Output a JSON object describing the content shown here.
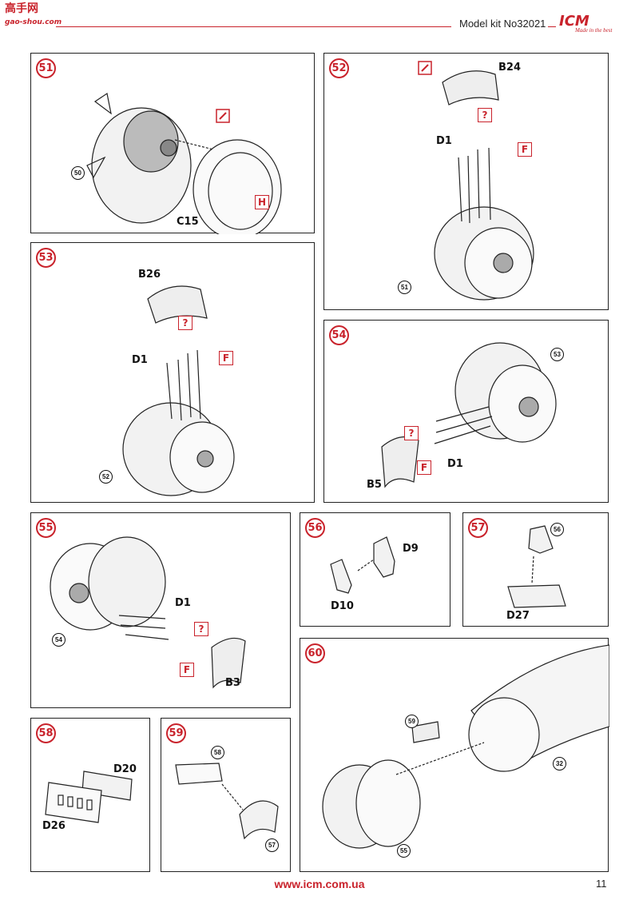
{
  "header": {
    "site_logo_text": "高手网",
    "site_logo_url": "gao-shou.com",
    "kit_title": "Model kit No32021",
    "brand": "ICM",
    "brand_tagline": "Made in the best",
    "accent_color": "#c9232c"
  },
  "steps": [
    {
      "number": "51",
      "parts": [
        "C15"
      ],
      "refs": [
        "50"
      ],
      "markers": [
        "H"
      ]
    },
    {
      "number": "52",
      "parts": [
        "B24",
        "D1"
      ],
      "refs": [
        "51"
      ],
      "markers": [
        "?",
        "F"
      ]
    },
    {
      "number": "53",
      "parts": [
        "B26",
        "D1"
      ],
      "refs": [
        "52"
      ],
      "markers": [
        "?",
        "F"
      ]
    },
    {
      "number": "54",
      "parts": [
        "D1",
        "B5"
      ],
      "refs": [
        "53"
      ],
      "markers": [
        "?",
        "F"
      ]
    },
    {
      "number": "55",
      "parts": [
        "D1",
        "B3"
      ],
      "refs": [
        "54"
      ],
      "markers": [
        "?",
        "F"
      ]
    },
    {
      "number": "56",
      "parts": [
        "D9",
        "D10"
      ],
      "refs": [],
      "markers": []
    },
    {
      "number": "57",
      "parts": [
        "D27"
      ],
      "refs": [
        "56"
      ],
      "markers": []
    },
    {
      "number": "58",
      "parts": [
        "D20",
        "D26"
      ],
      "refs": [],
      "markers": []
    },
    {
      "number": "59",
      "parts": [],
      "refs": [
        "58",
        "57"
      ],
      "markers": []
    },
    {
      "number": "60",
      "parts": [],
      "refs": [
        "59",
        "32",
        "55"
      ],
      "markers": []
    }
  ],
  "footer": {
    "url": "www.icm.com.ua",
    "page_number": "11"
  },
  "icons": [
    "paint-mark-icon",
    "engine-drawing-icon",
    "cowling-drawing-icon",
    "fuselage-drawing-icon"
  ]
}
